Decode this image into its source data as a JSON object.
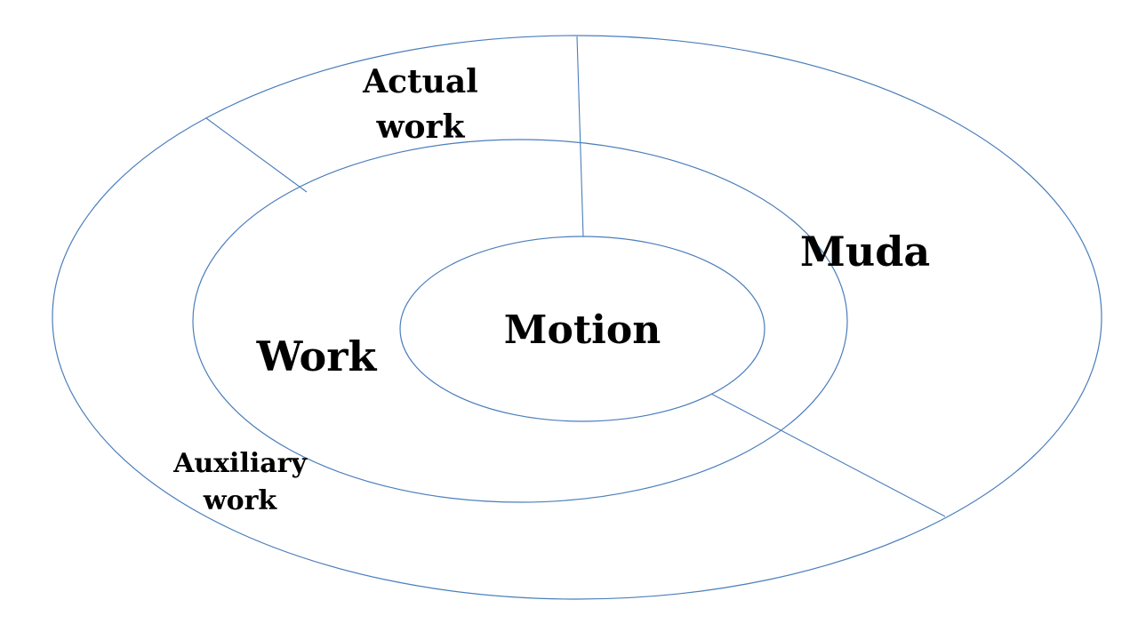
{
  "diagram": {
    "colors": {
      "line": "#4a7ebb",
      "text": "#000000",
      "background": "#ffffff"
    },
    "labels": {
      "muda": "Muda",
      "motion": "Motion",
      "work": "Work",
      "actual_work_line1": "Actual",
      "actual_work_line2": "work",
      "auxiliary_work_line1": "Auxiliary",
      "auxiliary_work_line2": "work"
    }
  }
}
